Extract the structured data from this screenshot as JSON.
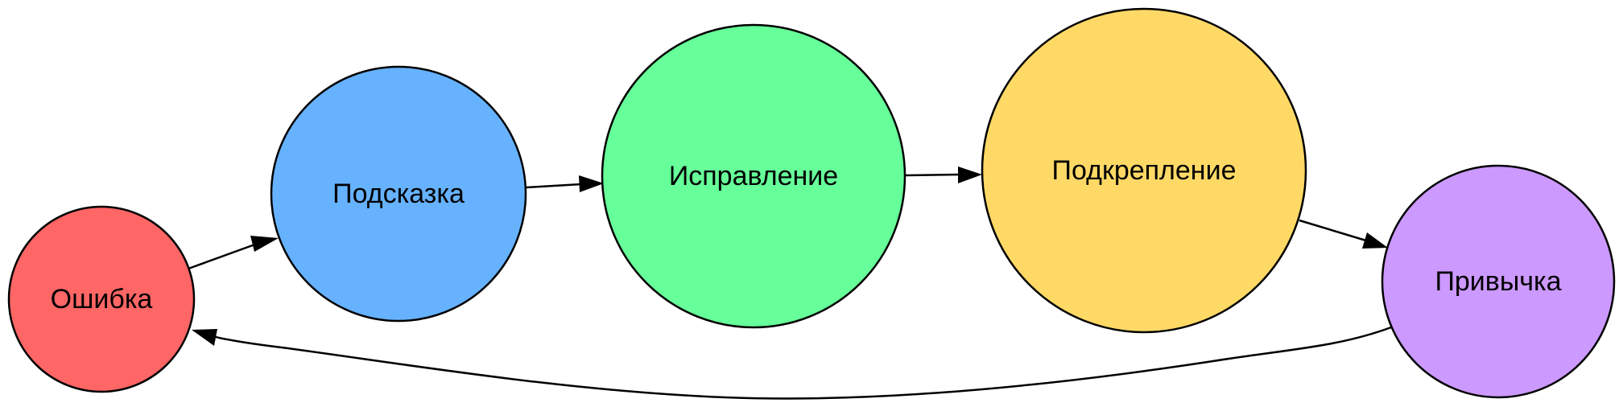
{
  "nodes": [
    {
      "id": "oshibka",
      "label": "Ошибка",
      "color": "#ff6666"
    },
    {
      "id": "podskazka",
      "label": "Подсказка",
      "color": "#66b2ff"
    },
    {
      "id": "ispravlenie",
      "label": "Исправление",
      "color": "#66ff99"
    },
    {
      "id": "podkreplenie",
      "label": "Подкрепление",
      "color": "#ffd966"
    },
    {
      "id": "privychka",
      "label": "Привычка",
      "color": "#cc99ff"
    }
  ],
  "edges": [
    {
      "from": "oshibka",
      "to": "podskazka"
    },
    {
      "from": "podskazka",
      "to": "ispravlenie"
    },
    {
      "from": "ispravlenie",
      "to": "podkreplenie"
    },
    {
      "from": "podkreplenie",
      "to": "privychka"
    },
    {
      "from": "privychka",
      "to": "oshibka"
    }
  ]
}
